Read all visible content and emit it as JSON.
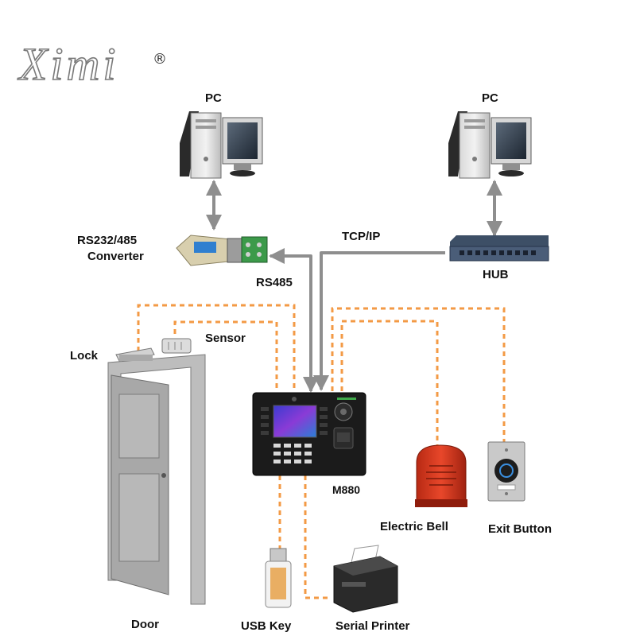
{
  "brand": {
    "logo_text": "Ximi",
    "registered_mark": "®"
  },
  "labels": {
    "pc_left": "PC",
    "pc_right": "PC",
    "converter_line1": "RS232/485",
    "converter_line2": "Converter",
    "tcpip": "TCP/IP",
    "hub": "HUB",
    "rs485": "RS485",
    "sensor": "Sensor",
    "lock": "Lock",
    "device_model": "M880",
    "electric_bell": "Electric Bell",
    "exit_button": "Exit Button",
    "door": "Door",
    "usb_key": "USB Key",
    "serial_printer": "Serial Printer"
  },
  "colors": {
    "dashed_wire": "#f39a45",
    "solid_link": "#8e8e8e",
    "device_body": "#1b1b1b",
    "bell_red": "#d6361e",
    "door_gray": "#a8a8a8",
    "hub_blue": "#3d4f66"
  },
  "icons": [
    "pc-icon",
    "converter-icon",
    "hub-icon",
    "time-attendance-device-icon",
    "door-icon",
    "lock-icon",
    "sensor-icon",
    "electric-bell-icon",
    "exit-button-icon",
    "usb-key-icon",
    "serial-printer-icon"
  ]
}
